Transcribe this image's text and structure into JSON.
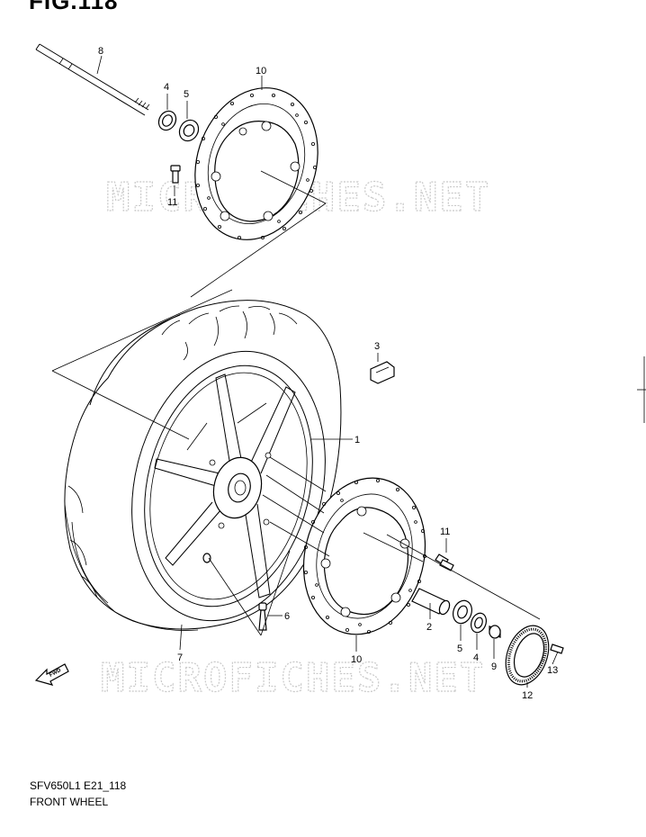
{
  "figure": {
    "title_fragment": "FIG.118"
  },
  "watermarks": [
    "MICROFICHES.NET",
    "MICROFICHES.NET"
  ],
  "direction_badge": "FWD",
  "callouts": [
    {
      "id": "c8",
      "label": "8"
    },
    {
      "id": "c4a",
      "label": "4"
    },
    {
      "id": "c5a",
      "label": "5"
    },
    {
      "id": "c10a",
      "label": "10"
    },
    {
      "id": "c11a",
      "label": "11"
    },
    {
      "id": "c3",
      "label": "3"
    },
    {
      "id": "c1",
      "label": "1"
    },
    {
      "id": "c11b",
      "label": "11"
    },
    {
      "id": "c6",
      "label": "6"
    },
    {
      "id": "c2",
      "label": "2"
    },
    {
      "id": "c5b",
      "label": "5"
    },
    {
      "id": "c4b",
      "label": "4"
    },
    {
      "id": "c9",
      "label": "9"
    },
    {
      "id": "c13",
      "label": "13"
    },
    {
      "id": "c12",
      "label": "12"
    },
    {
      "id": "c10b",
      "label": "10"
    },
    {
      "id": "c7",
      "label": "7"
    }
  ],
  "caption": {
    "code": "SFV650L1 E21_118",
    "name": "FRONT WHEEL"
  }
}
